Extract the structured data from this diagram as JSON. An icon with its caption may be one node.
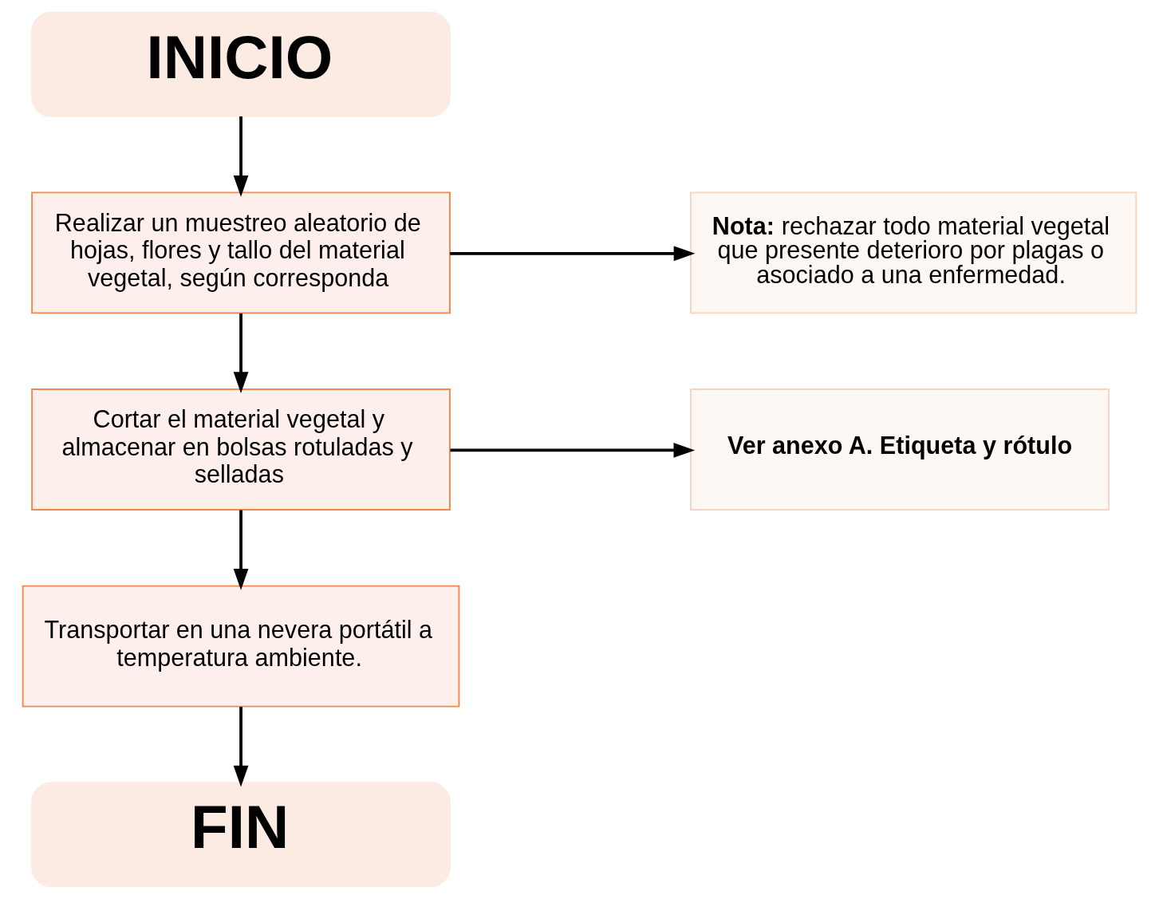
{
  "diagram": {
    "nodes": [
      {
        "text": [
          "INICIO"
        ]
      },
      {
        "text": [
          "Realizar un muestreo aleatorio de hojas, flores y tallo del material vegetal, según corresponda"
        ]
      },
      {
        "text": [
          "**Nota:** rechazar todo material vegetal que presente deterioro por plagas o asociado a una enfermedad."
        ]
      },
      {
        "text": [
          "Cortar el material vegetal y almacenar en bolsas rotuladas y selladas"
        ]
      },
      {
        "text": [
          "Ver anexo A. Etiqueta y rótulo"
        ]
      },
      {
        "text": [
          "Transportar en una nevera portátil a temperatura ambiente."
        ]
      },
      {
        "text": [
          "FIN"
        ]
      }
    ],
    "edges": [
      {
        "from": 0,
        "to": 1,
        "arrow": "to"
      },
      {
        "from": 1,
        "to": 2,
        "arrow": "to"
      },
      {
        "from": 1,
        "to": 3,
        "arrow": "to"
      },
      {
        "from": 3,
        "to": 4,
        "arrow": "to"
      },
      {
        "from": 3,
        "to": 5,
        "arrow": "to"
      },
      {
        "from": 5,
        "to": 6,
        "arrow": "to"
      }
    ]
  }
}
